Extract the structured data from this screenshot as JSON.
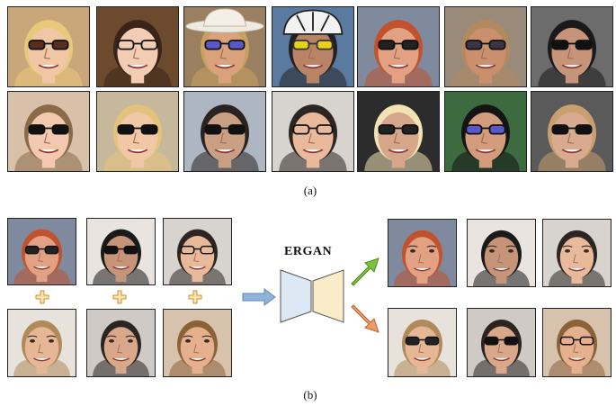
{
  "figure": {
    "caption_a": "(a)",
    "caption_b": "(b)",
    "model_label": "ERGAN"
  },
  "palette": {
    "arrow_blue": "#8fb3d9",
    "arrow_green": "#7cc242",
    "arrow_orange": "#ef9a6a",
    "encoder_fill": "#dce8f3",
    "decoder_fill": "#fbecc9",
    "plus_fill": "#fbe3b0",
    "plus_stroke": "#c9922e"
  },
  "panel_a": {
    "rows": [
      [
        {
          "hair": "#e8c87a",
          "skin": "#f0c6a4",
          "bg": "#c9a77a",
          "glasses": "sunglasses-brown"
        },
        {
          "hair": "#3a2418",
          "skin": "#f3cdb3",
          "bg": "#6b4a2e",
          "glasses": "clear-frames"
        },
        {
          "hair": "#c8a060",
          "skin": "#d9a27c",
          "bg": "#9a8060",
          "glasses": "blue-tint",
          "hat": "cowboy-hat"
        },
        {
          "hair": "#222",
          "skin": "#b98466",
          "bg": "#5b7aa0",
          "glasses": "yellow-sport",
          "hat": "bike-helmet"
        },
        {
          "hair": "#c0522e",
          "skin": "#e2a183",
          "bg": "#7f8a9e",
          "glasses": "dark-frames"
        },
        {
          "hair": "#b38a60",
          "skin": "#c98f6e",
          "bg": "#9a8a7a",
          "glasses": "tinted"
        },
        {
          "hair": "#1a1a1a",
          "skin": "#c69478",
          "bg": "#6c6c6c",
          "glasses": "black-sunglasses"
        }
      ],
      [
        {
          "hair": "#8a6a48",
          "skin": "#f2c9ae",
          "bg": "#d8c1a8",
          "glasses": "black-sunglasses"
        },
        {
          "hair": "#e3c37c",
          "skin": "#f1c8a6",
          "bg": "#c7b89b",
          "glasses": "black-sunglasses"
        },
        {
          "hair": "#2a2320",
          "skin": "#caa084",
          "bg": "#aeb6c4",
          "glasses": "black-sunglasses"
        },
        {
          "hair": "#2d2522",
          "skin": "#e9b99b",
          "bg": "#d7d4d0",
          "glasses": "clear-frames"
        },
        {
          "hair": "#f2e3b5",
          "skin": "#d6a68a",
          "bg": "#2c2c2c",
          "glasses": "dark-frames"
        },
        {
          "hair": "#141414",
          "skin": "#d39c7c",
          "bg": "#3b6b3e",
          "glasses": "blue-tint"
        },
        {
          "hair": "#c8a070",
          "skin": "#d8ab90",
          "bg": "#5a5a5a",
          "glasses": "black-sunglasses"
        }
      ]
    ]
  },
  "panel_b": {
    "inputs_with_glasses": [
      {
        "hair": "#c0522e",
        "skin": "#e2a183",
        "bg": "#7f8a9e",
        "glasses": "dark-frames"
      },
      {
        "hair": "#1a1a1a",
        "skin": "#c69478",
        "bg": "#e9e4df",
        "glasses": "black-sunglasses"
      },
      {
        "hair": "#2d2522",
        "skin": "#e9b99b",
        "bg": "#d7d4d0",
        "glasses": "clear-frames"
      }
    ],
    "inputs_without_glasses": [
      {
        "hair": "#b08a5a",
        "skin": "#e6b796",
        "bg": "#e7e2dc",
        "glasses": "none"
      },
      {
        "hair": "#2c2420",
        "skin": "#d9a78a",
        "bg": "#cfcac6",
        "glasses": "none"
      },
      {
        "hair": "#8a6238",
        "skin": "#e5b08e",
        "bg": "#d7c2ad",
        "glasses": "none"
      }
    ],
    "outputs_removed": [
      {
        "hair": "#c0522e",
        "skin": "#e2a183",
        "bg": "#7f8a9e",
        "glasses": "none"
      },
      {
        "hair": "#1a1a1a",
        "skin": "#c69478",
        "bg": "#e9e4df",
        "glasses": "none"
      },
      {
        "hair": "#2d2522",
        "skin": "#e9b99b",
        "bg": "#d7d4d0",
        "glasses": "none"
      }
    ],
    "outputs_added": [
      {
        "hair": "#b08a5a",
        "skin": "#e6b796",
        "bg": "#e7e2dc",
        "glasses": "dark-frames"
      },
      {
        "hair": "#2c2420",
        "skin": "#d9a78a",
        "bg": "#cfcac6",
        "glasses": "black-sunglasses"
      },
      {
        "hair": "#8a6238",
        "skin": "#e5b08e",
        "bg": "#d7c2ad",
        "glasses": "clear-frames"
      }
    ]
  }
}
